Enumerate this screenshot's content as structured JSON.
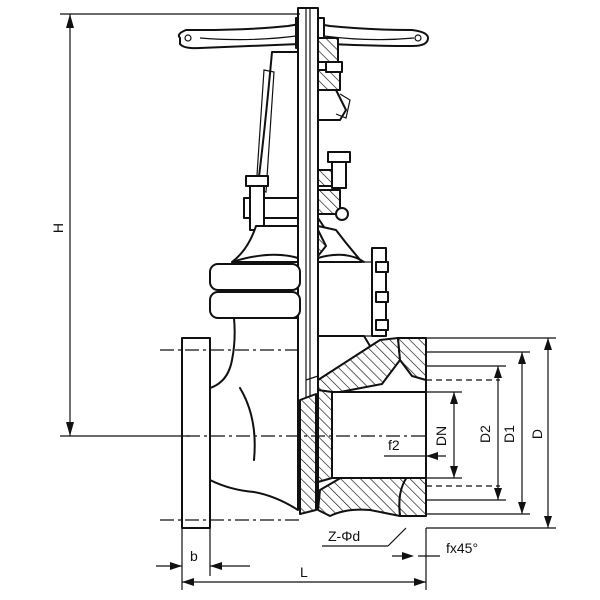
{
  "labels": {
    "H": "H",
    "b": "b",
    "L": "L",
    "f2": "f2",
    "DN": "DN",
    "D2": "D2",
    "D1": "D1",
    "D": "D",
    "bolt_holes": "Z-Φd",
    "chamfer": "fx45°"
  }
}
